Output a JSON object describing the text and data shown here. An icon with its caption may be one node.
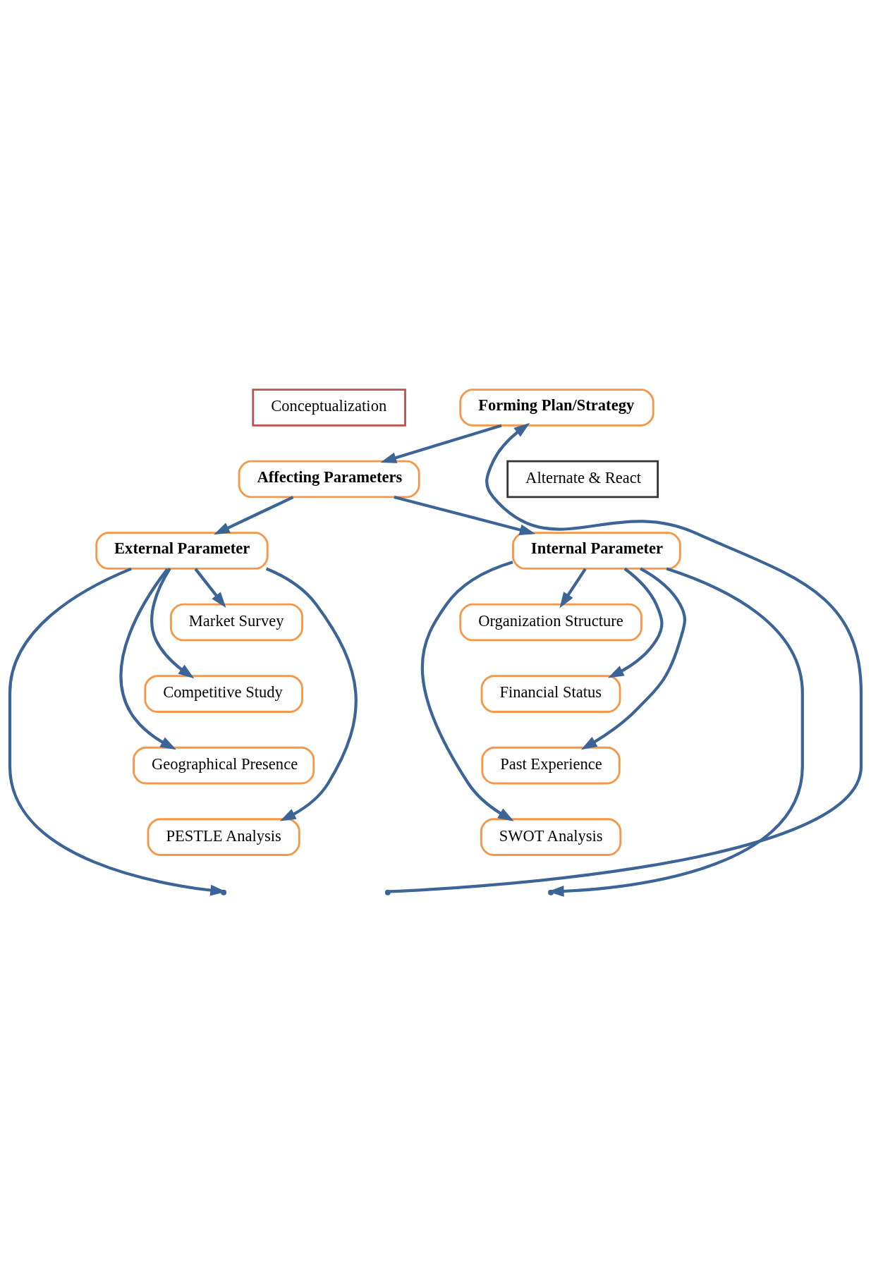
{
  "diagram": {
    "nodes": [
      {
        "text": [
          "Forming Plan/Strategy"
        ]
      },
      {
        "text": [
          "Conceptualization"
        ]
      },
      {
        "text": [
          "Affecting Parameters"
        ]
      },
      {
        "text": [
          "External Parameter"
        ]
      },
      {
        "text": [
          "Internal Parameter"
        ]
      },
      {
        "text": [
          "Market Survey"
        ]
      },
      {
        "text": [
          "Competitive Study"
        ]
      },
      {
        "text": [
          "Geographical Presence"
        ]
      },
      {
        "text": [
          "PESTLE Analysis"
        ]
      },
      {
        "text": [
          "Organization Structure"
        ]
      },
      {
        "text": [
          "Financial Status"
        ]
      },
      {
        "text": [
          "Past Experience"
        ]
      },
      {
        "text": [
          "SWOT Analysis"
        ]
      },
      {
        "text": [
          "Alternate & React"
        ]
      }
    ],
    "edges": [
      {
        "from": 0,
        "to": 2,
        "arrow": "to"
      },
      {
        "from": 2,
        "to": 3,
        "arrow": "to"
      },
      {
        "from": 2,
        "to": 4,
        "arrow": "to"
      },
      {
        "from": 3,
        "to": 5,
        "arrow": "to"
      },
      {
        "from": 3,
        "to": 6,
        "arrow": "to"
      },
      {
        "from": 3,
        "to": 7,
        "arrow": "to"
      },
      {
        "from": 3,
        "to": 8,
        "arrow": "to"
      },
      {
        "from": 4,
        "to": 9,
        "arrow": "to"
      },
      {
        "from": 4,
        "to": 10,
        "arrow": "to"
      },
      {
        "from": 4,
        "to": 11,
        "arrow": "to"
      },
      {
        "from": 4,
        "to": 12,
        "arrow": "to"
      },
      {
        "from": 3,
        "to": null,
        "arrow": "to"
      },
      {
        "from": 4,
        "to": null,
        "arrow": "to"
      },
      {
        "from": null,
        "to": 0,
        "arrow": "to"
      }
    ]
  }
}
